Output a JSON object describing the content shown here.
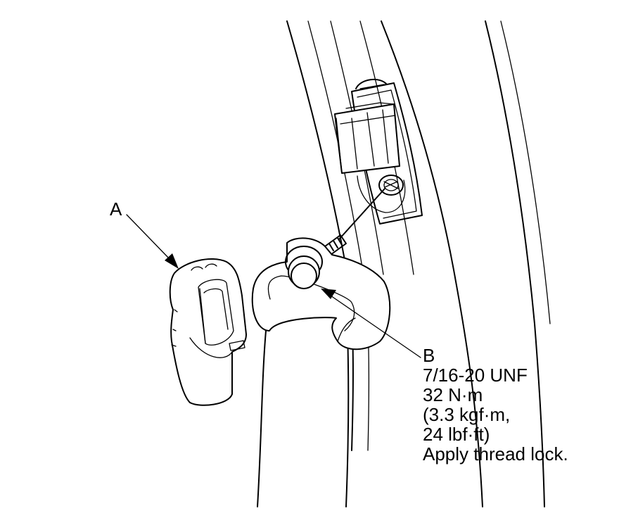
{
  "labels": {
    "a": "A",
    "b": {
      "letter": "B",
      "thread": "7/16-20 UNF",
      "torque_nm": "32 N·m",
      "torque_kgf": "(3.3 kgf·m,",
      "torque_lbf": "24 lbf·ft)",
      "note": "Apply thread lock."
    }
  }
}
